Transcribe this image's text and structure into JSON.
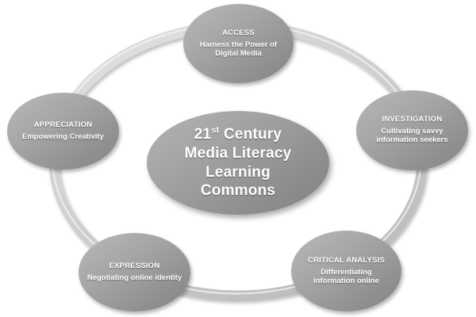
{
  "diagram": {
    "title": "21st Century Media Literacy Learning Commons",
    "type": "hub-and-spoke cycle diagram",
    "ring": {
      "shape": "annulus",
      "color": "#cfcfcf",
      "highlight_color": "#e6e6e6",
      "shadow_color": "#a8a8a8"
    },
    "palette": {
      "oval_light": "#b9b9b9",
      "oval_mid": "#a6a6a6",
      "oval_dark": "#858585",
      "text": "#ffffff",
      "background": "#ffffff"
    },
    "center": {
      "line1": "21",
      "superscript": "st",
      "line1_rest": " Century",
      "line2": "Media Literacy",
      "line3": "Learning",
      "line4": "Commons"
    },
    "nodes": [
      {
        "id": "access",
        "title": "ACCESS",
        "body": "Harness the Power of Digital Media",
        "position": "top"
      },
      {
        "id": "investigation",
        "title": "INVESTIGATION",
        "body": "Cultivating savvy information seekers",
        "position": "right"
      },
      {
        "id": "critical-analysis",
        "title": "CRITICAL ANALYSIS",
        "body": "Differentiating information online",
        "position": "bottom-right"
      },
      {
        "id": "expression",
        "title": "EXPRESSION",
        "body": "Negotiating online identity",
        "position": "bottom-left"
      },
      {
        "id": "appreciation",
        "title": "APPRECIATION",
        "body": "Empowering Creativity",
        "position": "left"
      }
    ]
  }
}
